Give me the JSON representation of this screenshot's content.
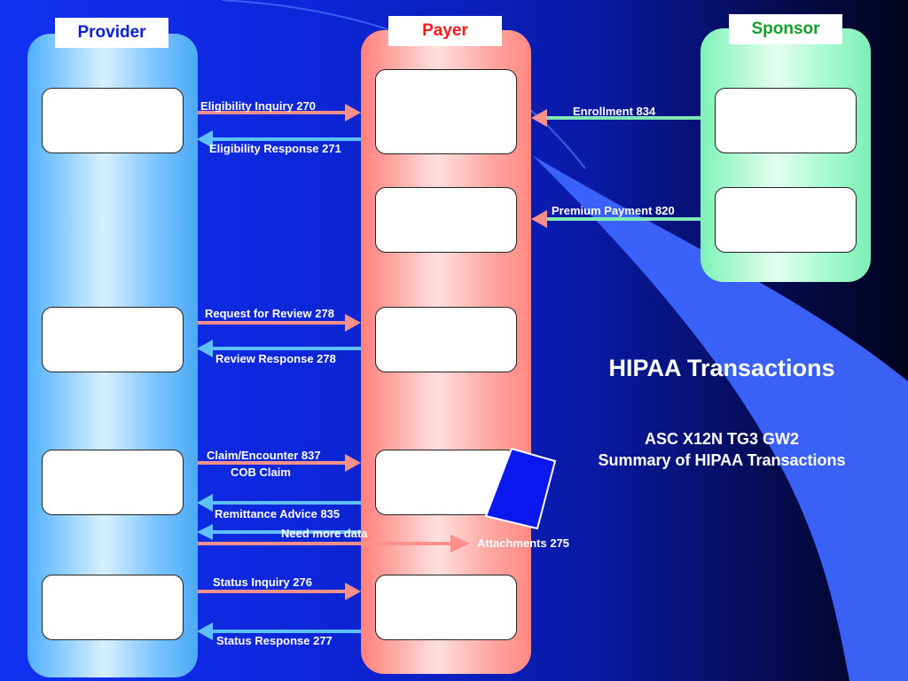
{
  "columns": {
    "provider": "Provider",
    "payer": "Payer",
    "sponsor": "Sponsor"
  },
  "transactions": {
    "eligibility_inquiry": "Eligibility Inquiry 270",
    "eligibility_response": "Eligibility Response 271",
    "enrollment": "Enrollment 834",
    "premium_payment": "Premium Payment 820",
    "request_review": "Request for Review 278",
    "review_response": "Review Response 278",
    "claim_encounter": "Claim/Encounter 837",
    "cob_claim": "COB Claim",
    "remittance_advice": "Remittance Advice 835",
    "need_more_data": "Need more data",
    "attachments": "Attachments 275",
    "status_inquiry": "Status Inquiry 276",
    "status_response": "Status Response 277"
  },
  "title": "HIPAA Transactions",
  "subtitle_line1": "ASC X12N TG3 GW2",
  "subtitle_line2": "Summary of HIPAA Transactions",
  "colors": {
    "provider_arrow": "#5ec0ff",
    "payer_arrow": "#ff8f8a",
    "sponsor_arrow": "#7fe8b3",
    "attachment_doc": "#0a18ee"
  }
}
